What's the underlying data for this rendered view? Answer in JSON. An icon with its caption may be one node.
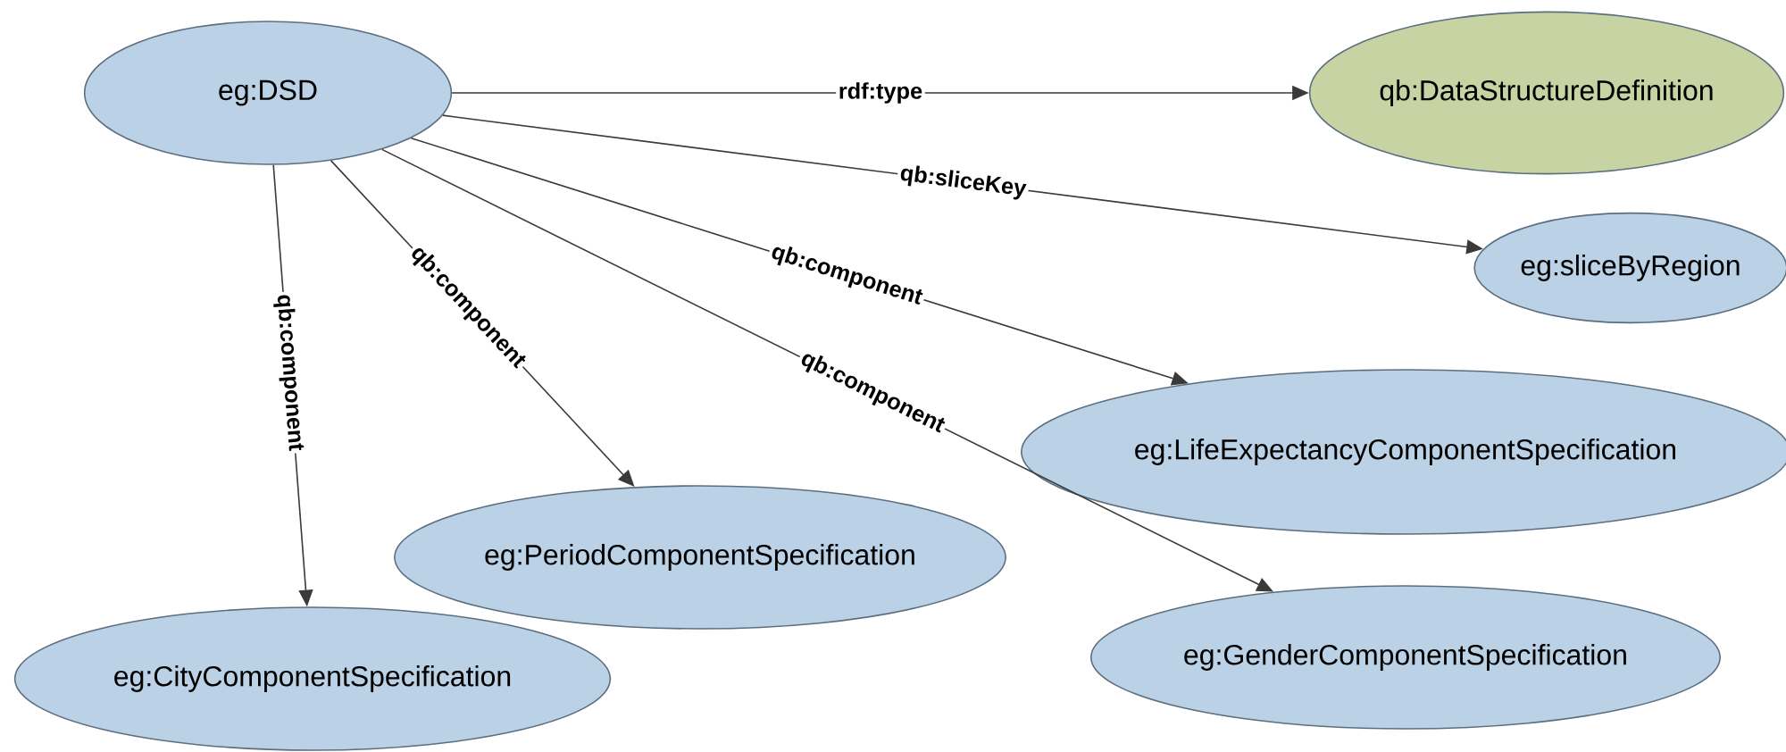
{
  "diagram": {
    "nodes": [
      {
        "text": [
          "eg:DSD"
        ]
      },
      {
        "text": [
          "qb:DataStructureDefinition"
        ]
      },
      {
        "text": [
          "eg:sliceByRegion"
        ]
      },
      {
        "text": [
          "eg:LifeExpectancyComponentSpecification"
        ]
      },
      {
        "text": [
          "eg:PeriodComponentSpecification"
        ]
      },
      {
        "text": [
          "eg:CityComponentSpecification"
        ]
      },
      {
        "text": [
          "eg:GenderComponentSpecification"
        ]
      }
    ],
    "edges": [
      {
        "from": 0,
        "to": 1,
        "arrow": "to",
        "label": "rdf:type"
      },
      {
        "from": 0,
        "to": 2,
        "arrow": "to",
        "label": "qb:sliceKey"
      },
      {
        "from": 0,
        "to": 3,
        "arrow": "to",
        "label": "qb:component"
      },
      {
        "from": 0,
        "to": 6,
        "arrow": "to",
        "label": "qb:component"
      },
      {
        "from": 0,
        "to": 4,
        "arrow": "to",
        "label": "qb:component"
      },
      {
        "from": 0,
        "to": 5,
        "arrow": "to",
        "label": "qb:component"
      }
    ]
  }
}
